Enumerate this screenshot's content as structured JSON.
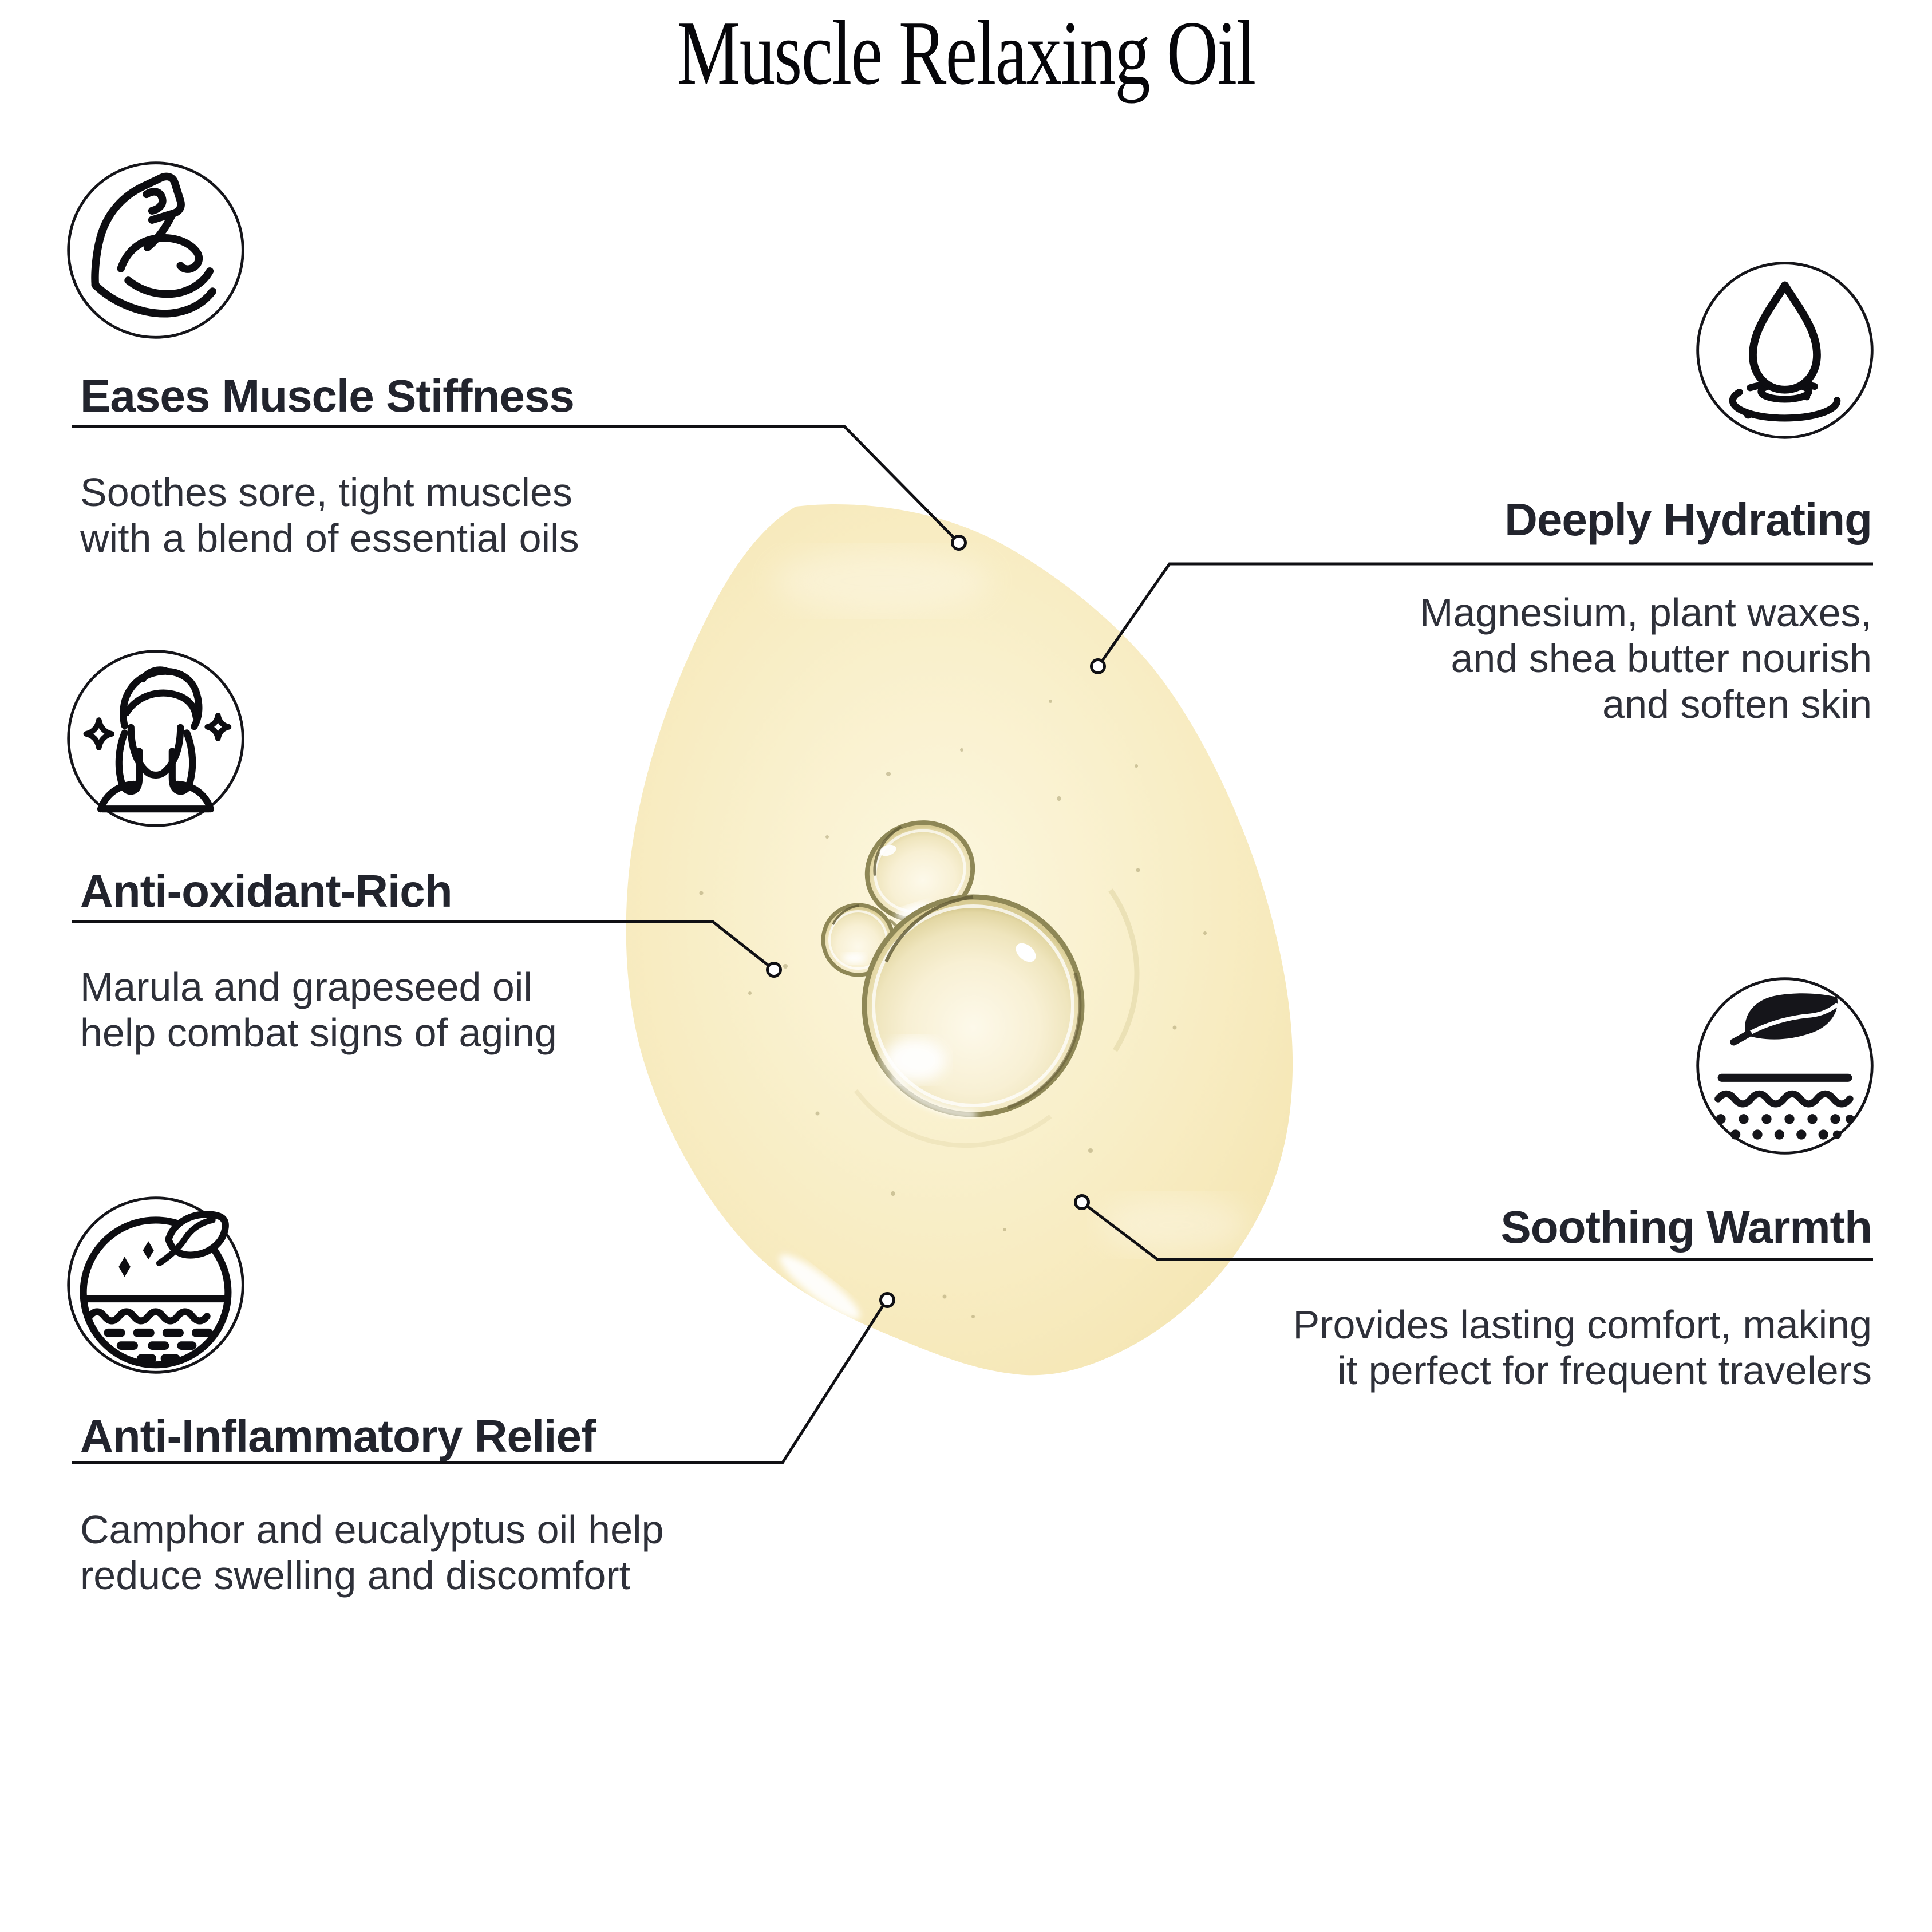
{
  "product": {
    "name": "Muscle Relaxing Oil"
  },
  "features": [
    {
      "id": "eases-muscle-stiffness",
      "side": "left",
      "icon": "bicep-muscle-icon",
      "title": "Eases Muscle Stiffness",
      "lines": [
        "Soothes sore, tight muscles",
        "with a blend of essential oils"
      ]
    },
    {
      "id": "anti-oxidant-rich",
      "side": "left",
      "icon": "radiant-skin-woman-icon",
      "title": "Anti-oxidant-Rich",
      "lines": [
        "Marula and grapeseed oil",
        "help combat signs of aging"
      ]
    },
    {
      "id": "anti-inflammatory-relief",
      "side": "left",
      "icon": "soothing-liquid-leaf-icon",
      "title": "Anti-Inflammatory Relief",
      "lines": [
        "Camphor and eucalyptus oil help",
        "reduce swelling and discomfort"
      ]
    },
    {
      "id": "deeply-hydrating",
      "side": "right",
      "icon": "water-drop-ripple-icon",
      "title": "Deeply Hydrating",
      "lines": [
        "Magnesium, plant waxes,",
        "and shea butter nourish",
        "and soften skin"
      ]
    },
    {
      "id": "soothing-warmth",
      "side": "right",
      "icon": "leaf-over-skin-icon",
      "title": "Soothing Warmth",
      "lines": [
        "Provides lasting comfort, making",
        "it perfect for frequent travelers"
      ]
    }
  ],
  "colors": {
    "background": "#ffffff",
    "heading_text": "#22242d",
    "body_text": "#2e3039",
    "connector_line": "#101014",
    "oil_blob": "#f7ecc2",
    "bubble_rim": "#8e8756",
    "icon_stroke": "#0d0d11"
  }
}
